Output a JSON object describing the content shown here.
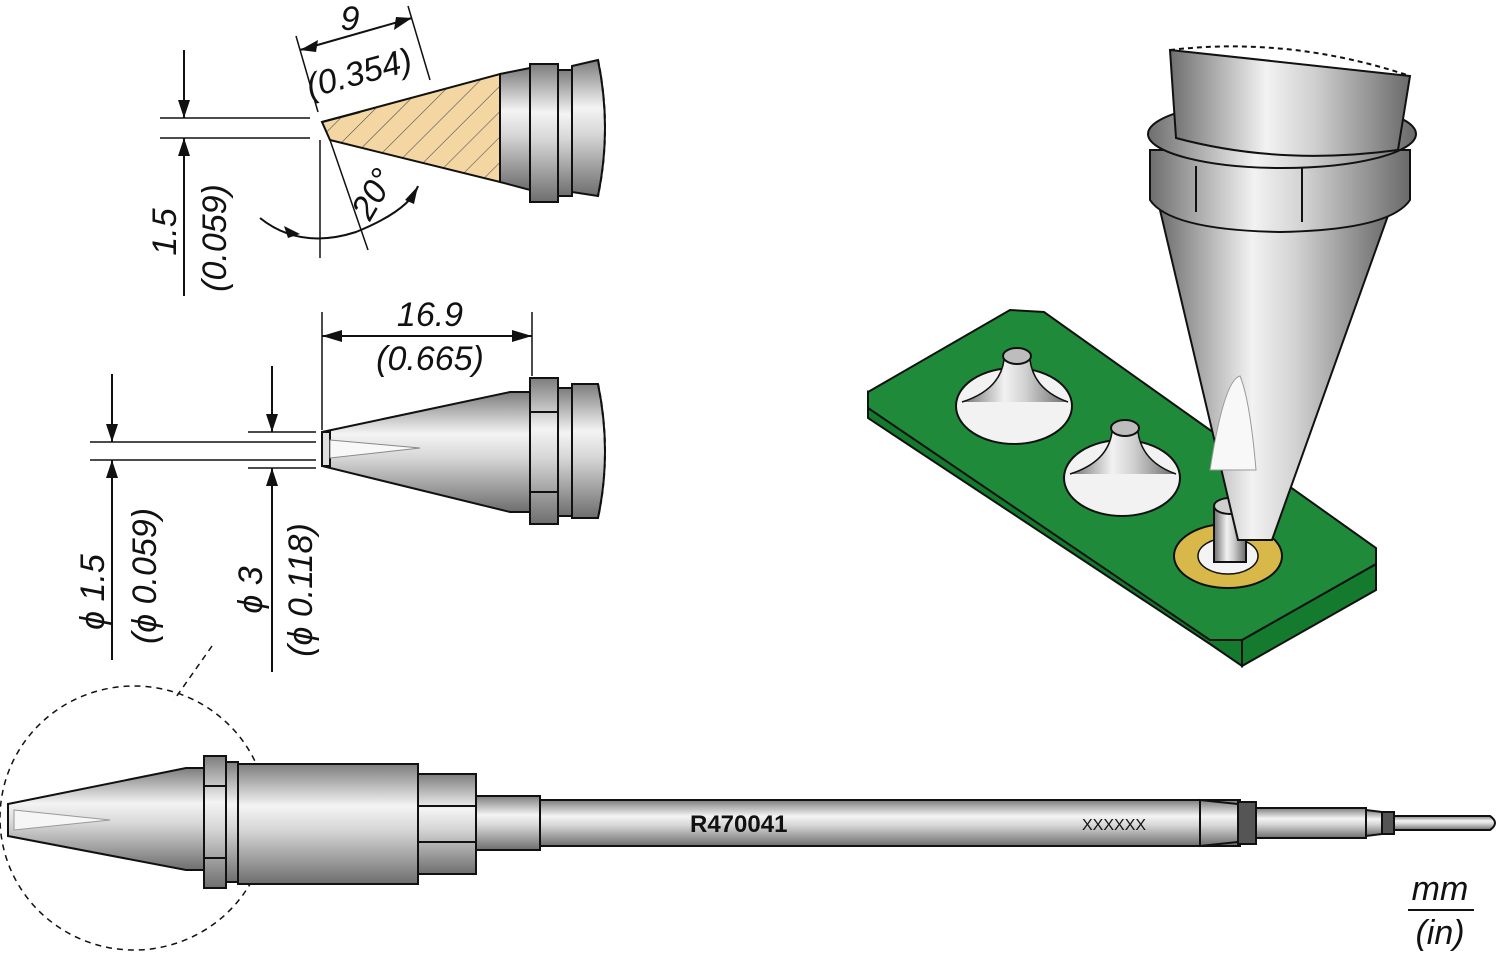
{
  "top_detail": {
    "length_mm": "9",
    "length_in": "(0.354)",
    "thickness_mm": "1.5",
    "thickness_in": "(0.059)",
    "angle": "20°"
  },
  "middle_detail": {
    "length_mm": "16.9",
    "length_in": "(0.665)",
    "tip_dia_mm": "ϕ 1.5",
    "tip_dia_in": "(ϕ 0.059)",
    "body_dia_mm": "ϕ 3",
    "body_dia_in": "(ϕ 0.118)"
  },
  "cartridge": {
    "part_number": "R470041",
    "batch_code": "XXXXXX"
  },
  "units": {
    "top": "mm",
    "bottom": "(in)"
  },
  "colors": {
    "pcb_green": "#1e8a3a",
    "pcb_side": "#137a2e",
    "pad_gold": "#d9b84a",
    "hatch_fill": "#f3d6a2",
    "metal_light": "#e8e8e8",
    "metal_dark": "#8c8c8c"
  }
}
